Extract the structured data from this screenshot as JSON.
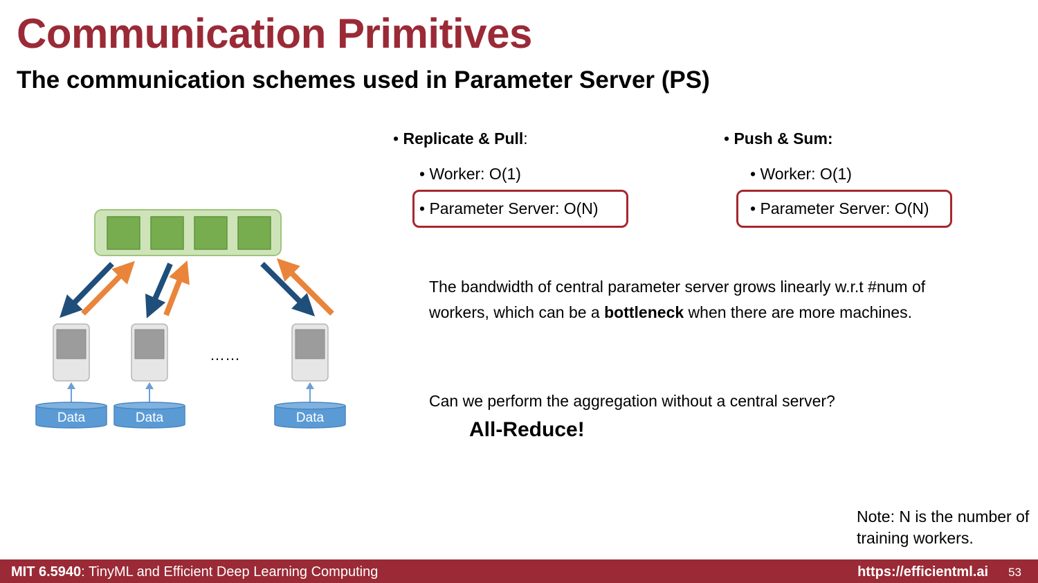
{
  "title": "Communication Primitives",
  "subtitle": "The communication schemes used in Parameter Server (PS)",
  "replicate_pull": {
    "heading": "Replicate & Pull",
    "heading_suffix": ":",
    "worker": "Worker: O(1)",
    "server": "Parameter Server: O(N)"
  },
  "push_sum": {
    "heading": "Push & Sum:",
    "worker": "Worker: O(1)",
    "server": "Parameter Server: O(N)"
  },
  "paragraph": {
    "before": "The bandwidth of central parameter server grows linearly w.r.t #num of workers, which can be a ",
    "bold": "bottleneck",
    "after": " when there are more machines."
  },
  "question": "Can we perform the aggregation without a central server?",
  "answer": "All-Reduce!",
  "note": "Note: N is the number of training workers.",
  "diagram": {
    "ellipsis": "……",
    "data_labels": [
      "Data",
      "Data",
      "Data"
    ]
  },
  "footer": {
    "course_bold": "MIT 6.5940",
    "course_rest": ": TinyML and Efficient Deep Learning Computing",
    "url": "https://efficientml.ai",
    "page": "53"
  },
  "colors": {
    "title": "#9a2a36",
    "highlight_box": "#a5282e",
    "server_fill": "#cfe3b8",
    "server_block": "#77ad4e",
    "push_arrow": "#1f4e7a",
    "pull_arrow": "#e9843a",
    "data_fill": "#5b9bd5"
  }
}
